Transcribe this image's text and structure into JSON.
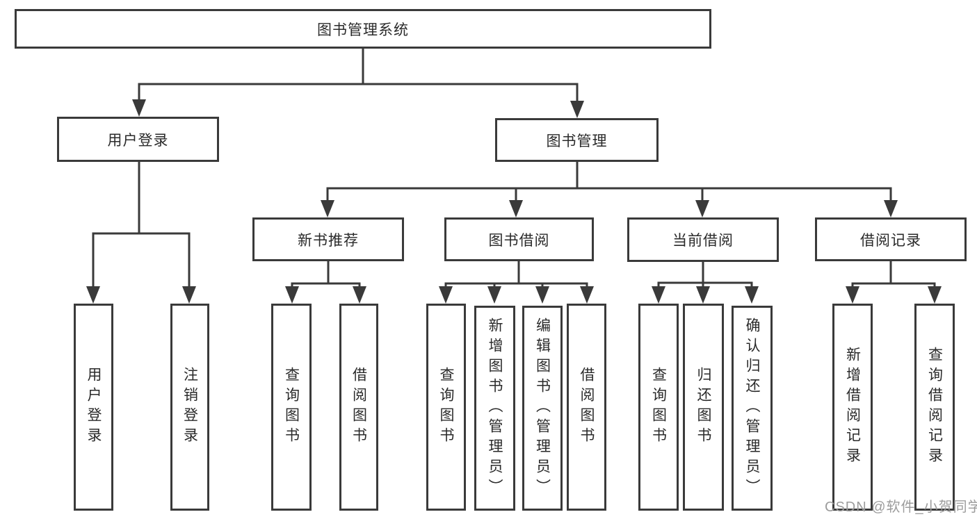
{
  "diagram": {
    "root": {
      "label": "图书管理系统"
    },
    "user": {
      "label": "用户登录",
      "children": [
        {
          "label": "用户登录"
        },
        {
          "label": "注销登录"
        }
      ]
    },
    "mgmt": {
      "label": "图书管理",
      "children": [
        {
          "label": "新书推荐",
          "children": [
            {
              "label": "查询图书"
            },
            {
              "label": "借阅图书"
            }
          ]
        },
        {
          "label": "图书借阅",
          "children": [
            {
              "label": "查询图书"
            },
            {
              "label": "新增图书（管理员）"
            },
            {
              "label": "编辑图书（管理员）"
            },
            {
              "label": "借阅图书"
            }
          ]
        },
        {
          "label": "当前借阅",
          "children": [
            {
              "label": "查询图书"
            },
            {
              "label": "归还图书"
            },
            {
              "label": "确认归还（管理员）"
            }
          ]
        },
        {
          "label": "借阅记录",
          "children": [
            {
              "label": "新增借阅记录"
            },
            {
              "label": "查询借阅记录"
            }
          ]
        }
      ]
    }
  },
  "watermark": {
    "text": "CSDN @软件_小贺同学"
  },
  "colors": {
    "line": "#3a3a3a",
    "text": "#2a2a2a",
    "watermark": "#9c9c9c",
    "background": "#ffffff"
  }
}
